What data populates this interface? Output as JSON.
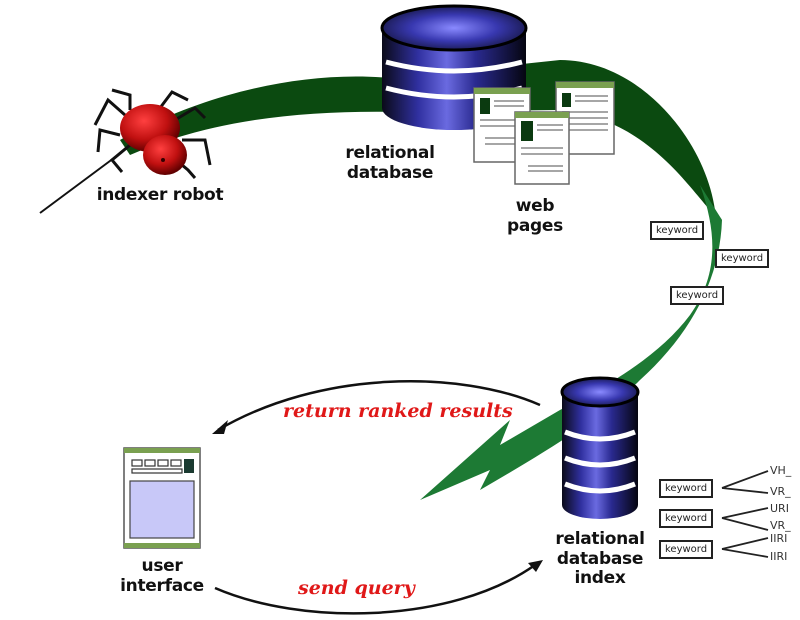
{
  "nodes": {
    "robot": {
      "label": "indexer robot"
    },
    "database": {
      "label_line1": "relational",
      "label_line2": "database"
    },
    "web_pages": {
      "label_line1": "web",
      "label_line2": "pages"
    },
    "index": {
      "label_line1": "relational",
      "label_line2": "database",
      "label_line3": "index"
    },
    "user_interface": {
      "label_line1": "user",
      "label_line2": "interface"
    }
  },
  "flow_keywords": [
    "keyword",
    "keyword",
    "keyword"
  ],
  "edges": {
    "return_results": "return ranked results",
    "send_query": "send query"
  },
  "index_entries": [
    {
      "keyword": "keyword",
      "urls": [
        "VH_",
        "VR_"
      ]
    },
    {
      "keyword": "keyword",
      "urls": [
        "URI",
        "VR_"
      ]
    },
    {
      "keyword": "keyword",
      "urls": [
        "IIRI",
        "IIRI"
      ]
    }
  ],
  "colors": {
    "flow_arrow_dark": "#0b4a10",
    "flow_arrow_light": "#1d7a34",
    "database_blue": "#3a3ab8",
    "spider_red": "#c01010",
    "annotation_red": "#e01818",
    "page_green": "#7aa050",
    "ui_screen": "#c8c8f8"
  }
}
